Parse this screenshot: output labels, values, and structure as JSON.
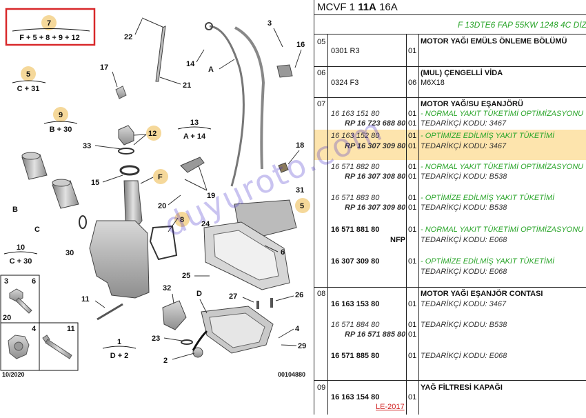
{
  "header": {
    "model_prefix": "MCVF 1",
    "model_bold": "11A",
    "model_suffix": "16A",
    "engine_line": "F 13DTE6 FAP 55KW 1248 4C DİZ"
  },
  "diagram": {
    "date_code": "10/2020",
    "ref_code": "00104880",
    "groups": [
      {
        "number": "7",
        "formula": "F + 5 + 8 + 9 + 12"
      },
      {
        "number": "5",
        "formula": "C + 31"
      },
      {
        "number": "9",
        "formula": "B + 30"
      },
      {
        "number": "13",
        "formula": "A + 14"
      },
      {
        "number": "10",
        "formula": "C + 30"
      },
      {
        "number": "1",
        "formula": "D + 2"
      }
    ],
    "legend_labels": [
      "3",
      "6",
      "20",
      "4",
      "11"
    ],
    "callouts": [
      "22",
      "17",
      "21",
      "14",
      "A",
      "3",
      "16",
      "18",
      "33",
      "12",
      "15",
      "F",
      "19",
      "20",
      "B",
      "C",
      "30",
      "31",
      "5",
      "8",
      "24",
      "6",
      "25",
      "32",
      "11",
      "D",
      "27",
      "26",
      "23",
      "2",
      "4",
      "29"
    ]
  },
  "sections": [
    {
      "num": "05",
      "rows": [
        {
          "part": "0301 R3",
          "qty": "01",
          "desc": "MOTOR YAĞI EMÜLS ÖNLEME BÖLÜMÜ"
        }
      ]
    },
    {
      "num": "06",
      "rows": [
        {
          "part": "0324 F3",
          "qty": "06",
          "desc": "(MUL) ÇENGELLİ VİDA",
          "desc2": "M6X18"
        }
      ]
    },
    {
      "num": "07",
      "title": "MOTOR YAĞ/SU EŞANJÖRÜ",
      "rows": [
        {
          "part": "16 163 151 80",
          "qty": "01",
          "desc": "- NORMAL YAKIT TÜKETİMİ OPTİMİZASYONU"
        },
        {
          "part": "RP 16 723 688 80",
          "qty": "01",
          "desc": "TEDARİKÇİ KODU: 3467"
        },
        {
          "part": "16 163 152 80",
          "qty": "01",
          "desc": "- OPTİMİZE EDİLMİŞ YAKIT TÜKETİMİ"
        },
        {
          "part": "RP 16 307 309 80",
          "qty": "01",
          "desc": "TEDARİKÇİ KODU: 3467"
        },
        {
          "part": "16 571 882 80",
          "qty": "01",
          "desc": "- NORMAL YAKIT TÜKETİMİ OPTİMİZASYONU"
        },
        {
          "part": "RP 16 307 308 80",
          "qty": "01",
          "desc": "TEDARİKÇİ KODU: B538"
        },
        {
          "part": "16 571 883 80",
          "qty": "01",
          "desc": "- OPTİMİZE EDİLMİŞ YAKIT TÜKETİMİ"
        },
        {
          "part": "RP 16 307 309 80",
          "qty": "01",
          "desc": "TEDARİKÇİ KODU: B538"
        },
        {
          "part": "16 571 881 80",
          "qty": "01",
          "desc": "- NORMAL YAKIT TÜKETİMİ OPTİMİZASYONU"
        },
        {
          "part": "NFP",
          "qty": "",
          "desc": "TEDARİKÇİ KODU: E068"
        },
        {
          "part": "16 307 309 80",
          "qty": "01",
          "desc": "- OPTİMİZE EDİLMİŞ YAKIT TÜKETİMİ"
        },
        {
          "part": "",
          "qty": "",
          "desc": "TEDARİKÇİ KODU: E068"
        }
      ]
    },
    {
      "num": "08",
      "title": "MOTOR YAĞI EŞANJÖR CONTASI",
      "rows": [
        {
          "part": "16 163 153 80",
          "qty": "01",
          "desc": "TEDARİKÇİ KODU: 3467"
        },
        {
          "part": "16 571 884 80",
          "qty": "01",
          "desc": "TEDARİKÇİ KODU: B538"
        },
        {
          "part": "RP 16 571 885 80",
          "qty": "01",
          "desc": ""
        },
        {
          "part": "16 571 885 80",
          "qty": "01",
          "desc": "TEDARİKÇİ KODU: E068"
        }
      ]
    },
    {
      "num": "09",
      "title": "YAĞ FİLTRESİ KAPAĞI",
      "rows": [
        {
          "part": "16 163 154 80",
          "qty": "01",
          "desc": ""
        },
        {
          "part": "LE-2017",
          "qty": "",
          "desc": ""
        }
      ]
    }
  ],
  "watermark": "duyuroto.com",
  "colors": {
    "highlight": "#fde4ad",
    "green_text": "#2aa52a",
    "callout_circle": "#f5d89a",
    "red_box": "#d8282a"
  }
}
